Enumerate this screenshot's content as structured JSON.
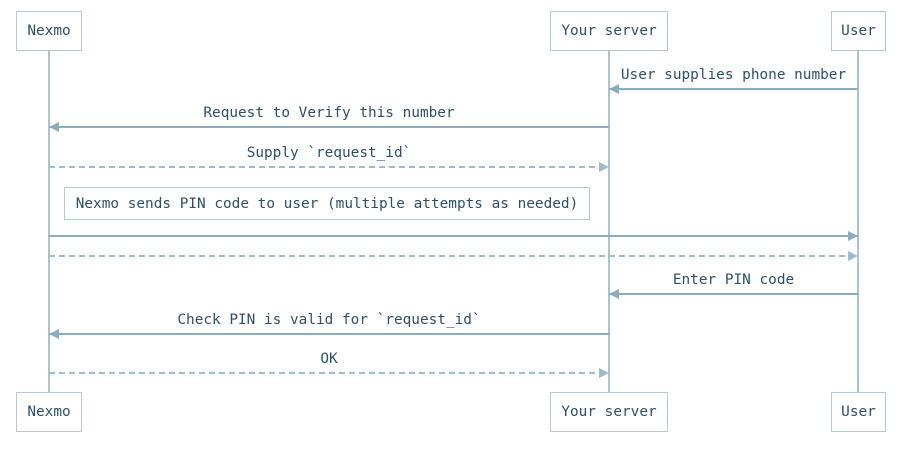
{
  "colors": {
    "background": "#ffffff",
    "text": "#2e4f6b",
    "actor_border": "#b2cad7",
    "note_border": "#b2cad7",
    "lifeline": "#a8c3d2",
    "arrow_solid": "#8aacc1",
    "arrow_dashed": "#9dbdcd"
  },
  "diagram": {
    "type": "sequence",
    "actors": [
      {
        "id": "nexmo",
        "label": "Nexmo"
      },
      {
        "id": "server",
        "label": "Your server"
      },
      {
        "id": "user",
        "label": "User"
      }
    ],
    "messages": [
      {
        "type": "message",
        "from": "user",
        "to": "server",
        "line": "solid",
        "label": "User supplies phone number"
      },
      {
        "type": "message",
        "from": "server",
        "to": "nexmo",
        "line": "solid",
        "label": "Request to Verify this number"
      },
      {
        "type": "message",
        "from": "nexmo",
        "to": "server",
        "line": "dashed",
        "label": "Supply `request_id`"
      },
      {
        "type": "note",
        "over": [
          "nexmo",
          "server"
        ],
        "label": "Nexmo sends PIN code to user (multiple attempts as needed)"
      },
      {
        "type": "message",
        "from": "nexmo",
        "to": "user",
        "line": "solid",
        "label": ""
      },
      {
        "type": "message",
        "from": "nexmo",
        "to": "user",
        "line": "dashed",
        "label": ""
      },
      {
        "type": "message",
        "from": "user",
        "to": "server",
        "line": "solid",
        "label": "Enter PIN code"
      },
      {
        "type": "message",
        "from": "server",
        "to": "nexmo",
        "line": "solid",
        "label": "Check PIN is valid for `request_id`"
      },
      {
        "type": "message",
        "from": "nexmo",
        "to": "server",
        "line": "dashed",
        "label": "OK"
      }
    ]
  }
}
